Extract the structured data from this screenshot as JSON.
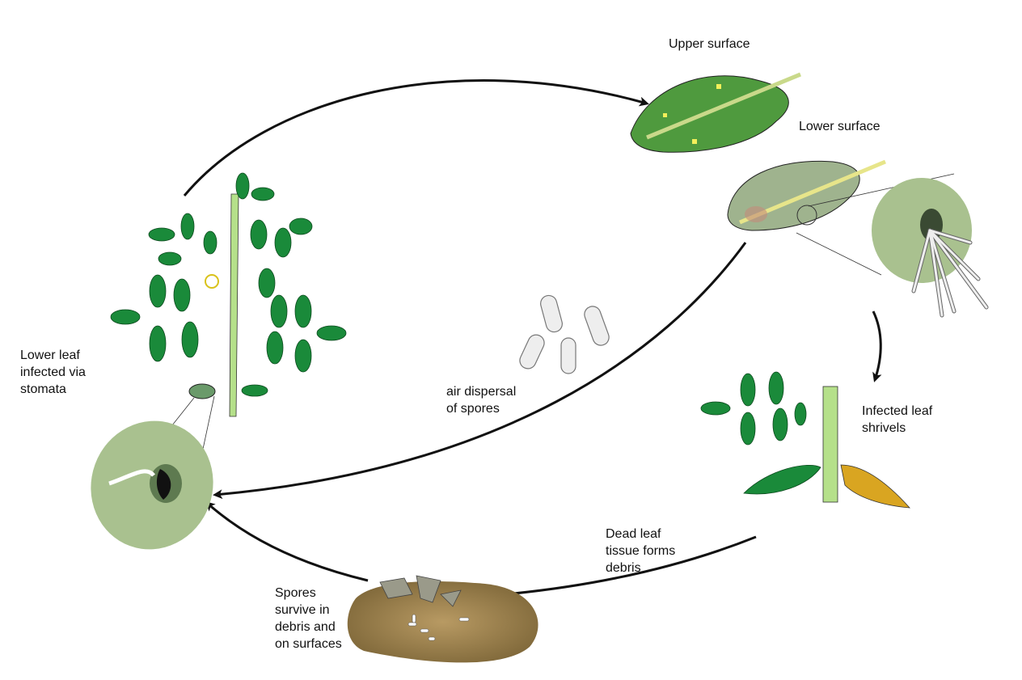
{
  "labels": {
    "upper_surface": "Upper surface",
    "lower_surface": "Lower surface",
    "lower_leaf_infected": "Lower leaf\ninfected via\nstomata",
    "air_dispersal": "air dispersal\nof spores",
    "infected_leaf_shrivels": "Infected leaf\nshrivels",
    "dead_leaf_debris": "Dead leaf\ntissue forms\ndebris",
    "spores_survive": "Spores\nsurvive in\ndebris and\non surfaces"
  },
  "colors": {
    "leaf_dark": "#1a8a3a",
    "leaf_upper": "#4f9a3e",
    "leaf_lower": "#9fb38e",
    "stomata_bg": "#a9c18f",
    "stem": "#b5e08a",
    "soil": "#9a7d4a",
    "dead_leaf": "#d9a521",
    "arrow": "#111111"
  }
}
